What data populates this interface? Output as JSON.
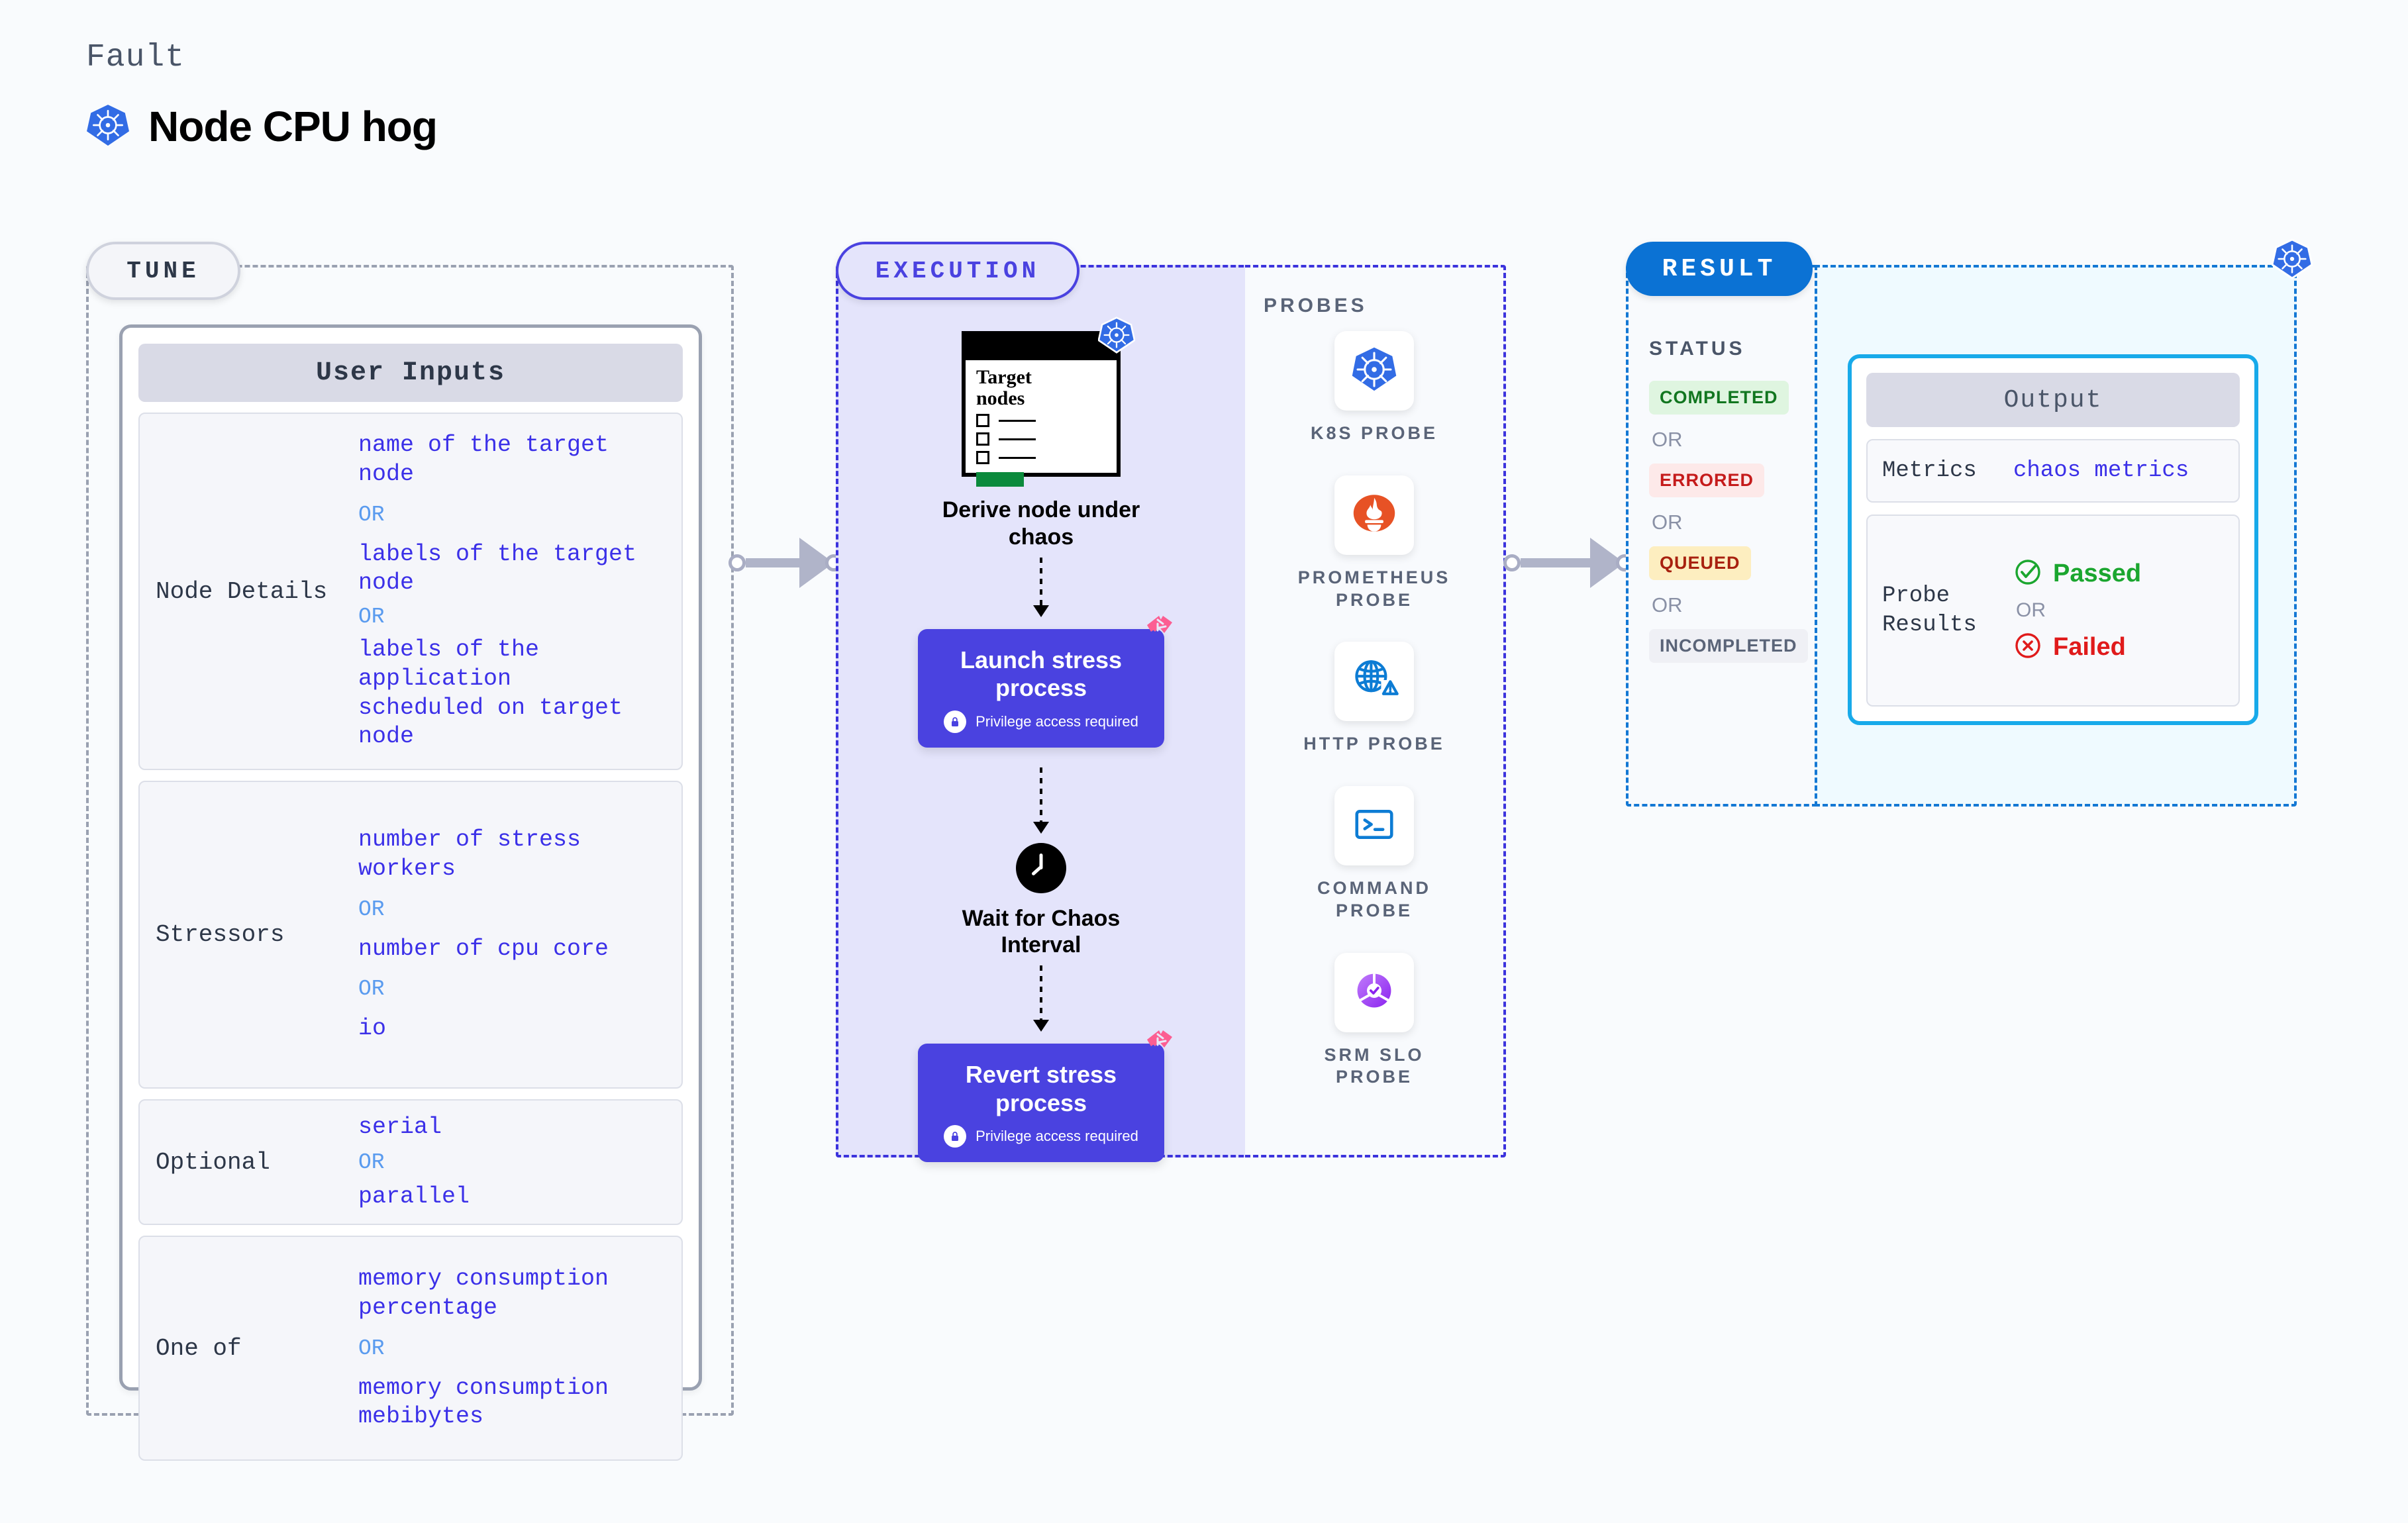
{
  "header": {
    "eyebrow": "Fault",
    "title": "Node CPU hog",
    "icon": "kubernetes-icon"
  },
  "tune": {
    "pill_label": "TUNE",
    "card_title": "User Inputs",
    "rows": [
      {
        "label": "Node Details",
        "values": [
          "name of the target node",
          "labels of the target node",
          "labels of the application\n scheduled on target node"
        ],
        "separator": "OR"
      },
      {
        "label": "Stressors",
        "values": [
          "number of stress workers",
          "number of cpu core",
          "io"
        ],
        "separator": "OR"
      },
      {
        "label": "Optional",
        "values": [
          "serial",
          "parallel"
        ],
        "separator": "OR"
      },
      {
        "label": "One of",
        "values": [
          "memory consumption percentage",
          "memory consumption mebibytes"
        ],
        "separator": "OR"
      }
    ]
  },
  "execution": {
    "pill_label": "EXECUTION",
    "target_card": {
      "title_line1": "Target",
      "title_line2": "nodes",
      "icon": "kubernetes-icon"
    },
    "steps": [
      {
        "caption": "Derive node under chaos"
      },
      {
        "title": "Launch stress process",
        "sub": "Privilege access required",
        "icon": "lock-icon"
      },
      {
        "caption": "Wait for Chaos Interval",
        "icon": "clock-icon"
      },
      {
        "title": "Revert stress process",
        "sub": "Privilege access required",
        "icon": "lock-icon"
      }
    ]
  },
  "probes": {
    "title": "PROBES",
    "items": [
      {
        "label": "K8S PROBE",
        "icon": "kubernetes-icon"
      },
      {
        "label": "PROMETHEUS PROBE",
        "icon": "prometheus-icon"
      },
      {
        "label": "HTTP PROBE",
        "icon": "globe-warning-icon"
      },
      {
        "label": "COMMAND PROBE",
        "icon": "terminal-icon"
      },
      {
        "label": "SRM SLO PROBE",
        "icon": "slo-gauge-icon"
      }
    ]
  },
  "result": {
    "pill_label": "RESULT",
    "status_title": "STATUS",
    "separator": "OR",
    "statuses": [
      {
        "label": "COMPLETED",
        "style": "completed"
      },
      {
        "label": "ERRORED",
        "style": "errored"
      },
      {
        "label": "QUEUED",
        "style": "queued"
      },
      {
        "label": "INCOMPLETED",
        "style": "incompleted"
      }
    ]
  },
  "output": {
    "card_title": "Output",
    "metrics_label": "Metrics",
    "metrics_value": "chaos metrics",
    "probe_results_label": "Probe Results",
    "probe_passed": "Passed",
    "probe_failed": "Failed",
    "separator": "OR",
    "icon": "kubernetes-icon"
  },
  "colors": {
    "page_background": "#f9fbfd",
    "execution_accent": "#4a42e0",
    "execution_background": "#e4e4fb",
    "result_accent": "#0b72d4",
    "output_accent": "#18aaea",
    "output_background": "#effaff",
    "tune_accent": "#9aa1b1",
    "value_text": "#3b30e8",
    "or_text": "#5a9bef",
    "ribbon": "#fc5e92",
    "passed": "#1ba62f",
    "failed": "#e01b1b"
  }
}
